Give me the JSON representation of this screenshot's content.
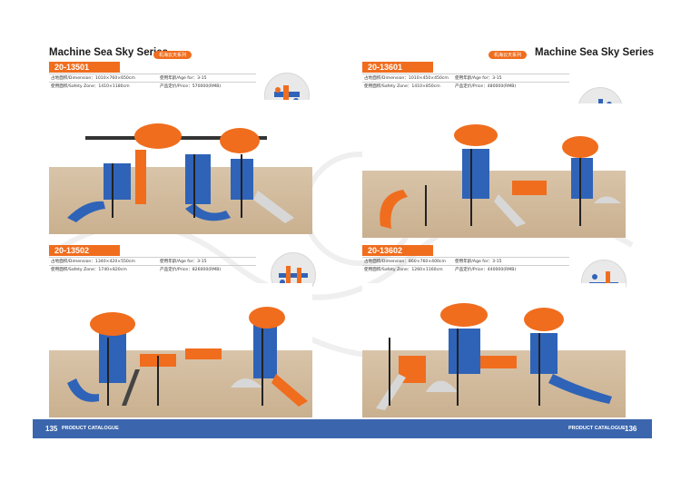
{
  "left_page": {
    "series_title": "Machine Sea Sky Series",
    "series_tag": "机海云天系列",
    "page_number": "135",
    "footer_label": "PRODUCT CATALOGUE",
    "products": [
      {
        "code": "20-13501",
        "dimension": "占地面积/Dimension：1010×760×650cm",
        "age": "使用年龄/Age for：3-15",
        "safety_zone": "使用面积/Safety Zone：1410×1180cm",
        "price": "产品定价/Price：570000(RMB)"
      },
      {
        "code": "20-13502",
        "dimension": "占地面积/Dimension：1340×420×550cm",
        "age": "使用年龄/Age for：3-15",
        "safety_zone": "使用面积/Safety Zone：1740×820cm",
        "price": "产品定价/Price：826000(RMB)"
      }
    ]
  },
  "right_page": {
    "series_title": "Machine Sea Sky Series",
    "series_tag": "机海云天系列",
    "page_number": "136",
    "footer_label": "PRODUCT CATALOGUE",
    "products": [
      {
        "code": "20-13601",
        "dimension": "占地面积/Dimension：1010×450×450cm",
        "age": "使用年龄/Age for：3-15",
        "safety_zone": "使用面积/Safety Zone：1410×850cm",
        "price": "产品定价/Price：480000(RMB)"
      },
      {
        "code": "20-13602",
        "dimension": "占地面积/Dimension：860×760×400cm",
        "age": "使用年龄/Age for：3-15",
        "safety_zone": "使用面积/Safety Zone：1260×1160cm",
        "price": "产品定价/Price：440000(RMB)"
      }
    ]
  },
  "colors": {
    "accent_orange": "#f06d1e",
    "footer_blue": "#3b66ad",
    "equipment_blue": "#2f63b8",
    "ground_tan": "#d2bb9c"
  }
}
